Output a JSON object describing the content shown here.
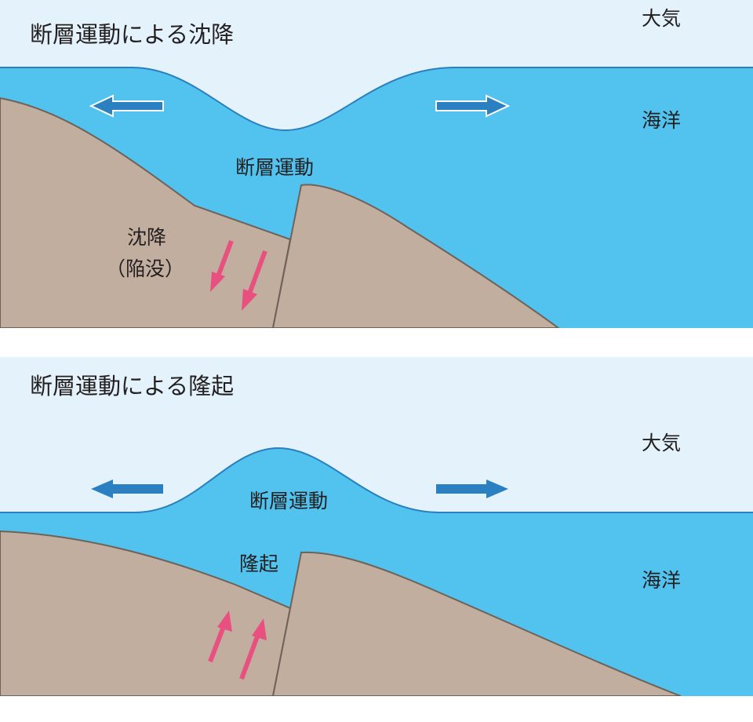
{
  "subsidence": {
    "title": "断層運動による沈降",
    "atmosphere_label": "大気",
    "ocean_label": "海洋",
    "fault_label": "断層運動",
    "ground_label_line1": "沈降",
    "ground_label_line2": "（陥没）"
  },
  "uplift": {
    "title": "断層運動による隆起",
    "atmosphere_label": "大気",
    "ocean_label": "海洋",
    "fault_label": "断層運動",
    "ground_label": "隆起"
  },
  "colors": {
    "sky": "#e4f3fb",
    "ocean": "#52c2ee",
    "ground": "#c2ae9f",
    "ground_outline": "#6f6259",
    "wave_arrow": "#2a80c0",
    "motion_arrow": "#e8507f"
  }
}
